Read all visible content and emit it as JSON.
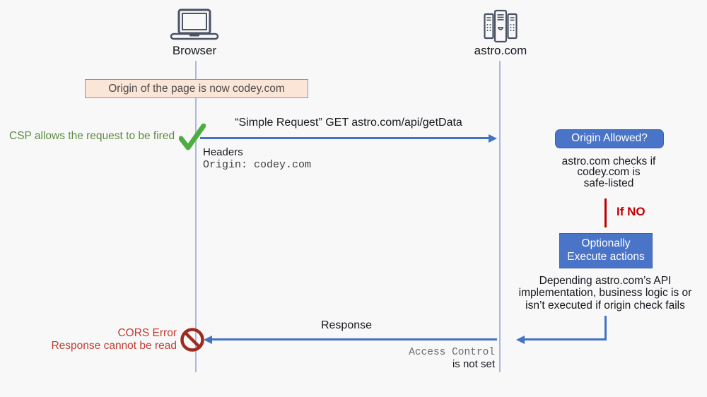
{
  "colors": {
    "bg": "#f8f8f9",
    "ink": "#16181d",
    "icon_slate": "#4a5263",
    "lifeline": "#a9badc",
    "arrow_blue": "#4472c4",
    "box_blue": "#4a74c7",
    "box_border": "#3d61a9",
    "note_fill": "#fbe5d6",
    "note_border": "#8d93ad",
    "note_text": "#4d4d4d",
    "green_text": "#5d8b3f",
    "check_green": "#4cae41",
    "branch_red": "#c00000",
    "cors_red": "#c23b2e",
    "prohibit_red": "#9e2b20",
    "mono_gray": "#6b6b6b",
    "mono_dark": "#3d3d3d"
  },
  "actors": {
    "browser": {
      "label": "Browser"
    },
    "server": {
      "label": "astro.com"
    }
  },
  "note": {
    "text": "Origin of the page is now codey.com"
  },
  "csp": {
    "text": "CSP allows the request to be fired"
  },
  "request": {
    "label": "“Simple Request” GET astro.com/api/getData",
    "headers_title": "Headers",
    "headers_value": "Origin: codey.com"
  },
  "origin_check": {
    "button_label": "Origin Allowed?",
    "desc_lines": [
      "astro.com checks if",
      "codey.com is",
      "safe-listed"
    ],
    "branch_label": "If NO"
  },
  "execute_box": {
    "lines": [
      "Optionally",
      "Execute actions"
    ]
  },
  "depends": {
    "lines": [
      "Depending astro.com’s API",
      "implementation, business logic is or",
      "isn’t executed if origin check fails"
    ]
  },
  "response": {
    "label": "Response",
    "access_control": "Access Control",
    "not_set": "is not set"
  },
  "cors_error": {
    "lines": [
      "CORS Error",
      "Response cannot be read"
    ]
  }
}
